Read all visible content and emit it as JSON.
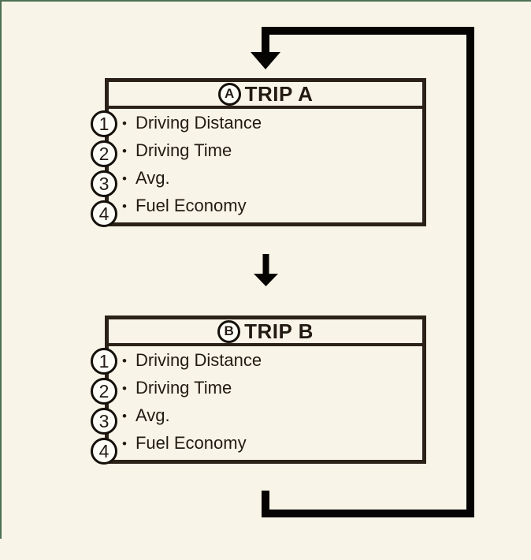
{
  "diagram": {
    "description": "Trip computer mode cycle diagram",
    "list_bullet": "•",
    "trips": [
      {
        "badge": "A",
        "title": "TRIP A",
        "items": [
          {
            "num": "1",
            "label": "Driving Distance"
          },
          {
            "num": "2",
            "label": "Driving Time"
          },
          {
            "num": "3",
            "label": "Avg."
          },
          {
            "num": "4",
            "label": "Fuel Economy"
          }
        ]
      },
      {
        "badge": "B",
        "title": "TRIP B",
        "items": [
          {
            "num": "1",
            "label": "Driving Distance"
          },
          {
            "num": "2",
            "label": "Driving Time"
          },
          {
            "num": "3",
            "label": "Avg."
          },
          {
            "num": "4",
            "label": "Fuel Economy"
          }
        ]
      }
    ],
    "icons": {
      "loop": "loop-arrow-icon",
      "next": "down-arrow-icon"
    },
    "colors": {
      "background": "#f8f5e8",
      "frame_line": "#4d7152",
      "box_border": "#2b2118",
      "arrow_black": "#060402",
      "text": "#221a13",
      "circle_fill": "#fdfdf8"
    }
  }
}
